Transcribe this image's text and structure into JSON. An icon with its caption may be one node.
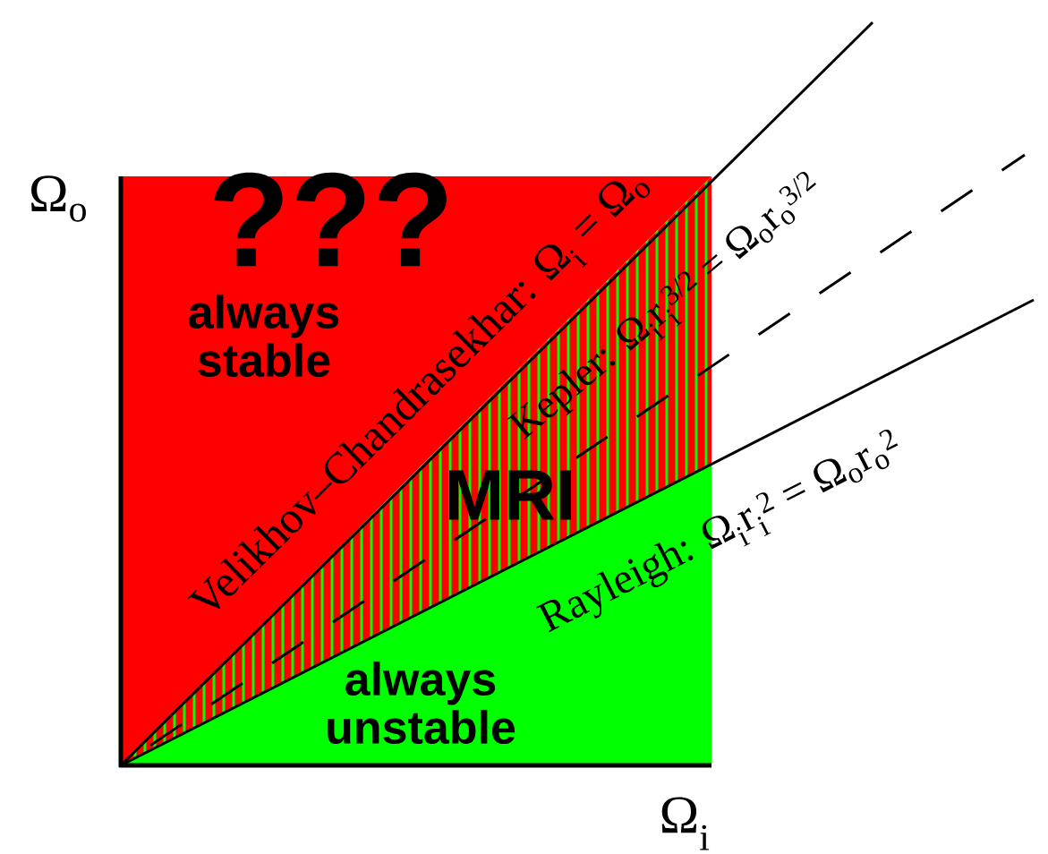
{
  "diagram": {
    "labels": [
      "Ω$_{o}$",
      "???",
      "always stable",
      "MRI",
      "always unstable",
      "Velikhov–Chandrasekhar: Ω$_{i}$ = Ω$_{o}$",
      "Kepler: Ω$_{i}$r$_{i}$$^{3/2}$ = Ω$_{o}$r$_{o}$$^{3/2}$",
      "Rayleigh: Ω$_{i}$r$_{i}$$^{2}$ = Ω$_{o}$r$_{o}$$^{2}$",
      "Ω$_{i}$"
    ]
  }
}
